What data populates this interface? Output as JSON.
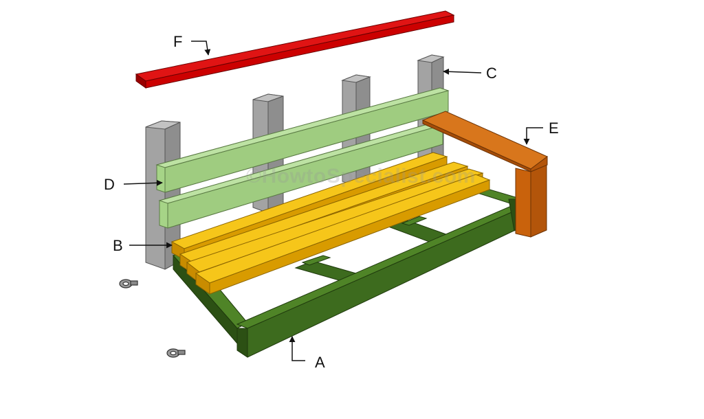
{
  "labels": {
    "a": "A",
    "b": "B",
    "c": "C",
    "d": "D",
    "e": "E",
    "f": "F"
  },
  "watermark": "©HowtoSpecialist.com",
  "colors": {
    "frame": "#3d6b1e",
    "frame_top": "#4f8427",
    "frame_dark": "#2c5014",
    "seat": "#f0b400",
    "seat_top": "#f6c61a",
    "seat_edge": "#d89b00",
    "backrest": "#a6d487",
    "backrest_edge": "#8fbd70",
    "post": "#a3a3a3",
    "post_top": "#c2c2c2",
    "armrest": "#c9620c",
    "armrest_top": "#d8761c",
    "top_rail": "#cc0000",
    "top_rail_top": "#e01414"
  }
}
